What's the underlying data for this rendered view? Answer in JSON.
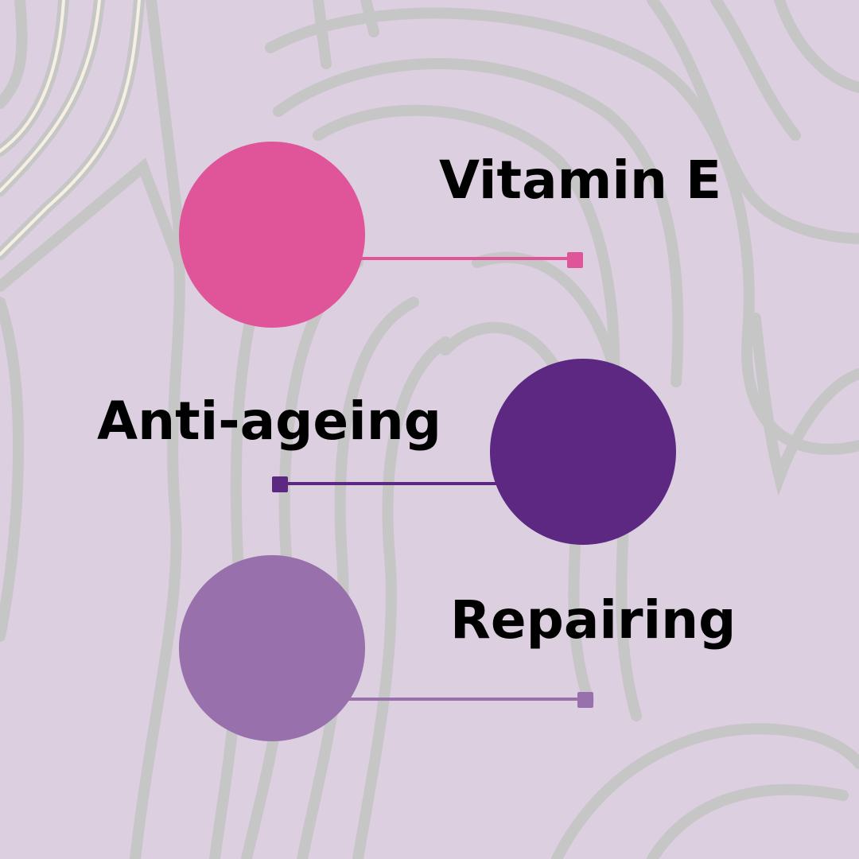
{
  "items": [
    {
      "label": "Vitamin E",
      "color": "#e0559a"
    },
    {
      "label": "Anti-ageing",
      "color": "#5c2882"
    },
    {
      "label": "Repairing",
      "color": "#9770ac"
    }
  ],
  "background": {
    "color": "#dbcfe0",
    "line_color": "#c6c6c6",
    "accent_line_color": "#f6f0e2"
  }
}
